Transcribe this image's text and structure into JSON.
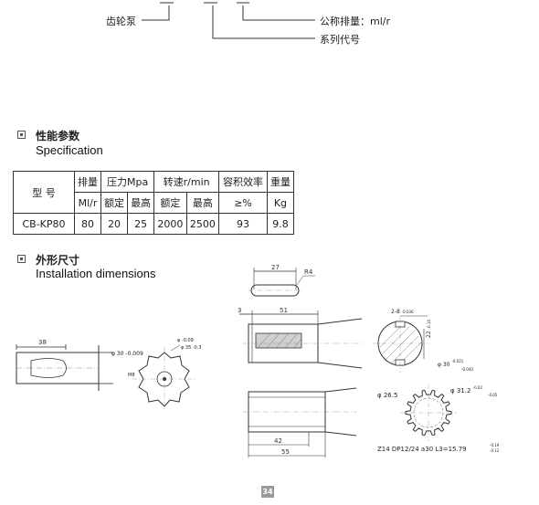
{
  "model_code": {
    "gear_pump_label": "齿轮泵",
    "displacement_label": "公称排量：ml/r",
    "series_label": "系列代号"
  },
  "spec_section": {
    "title_cn": "性能参数",
    "title_en": "Specification"
  },
  "spec_table": {
    "model_header": "型  号",
    "displacement_header": "排量",
    "displacement_unit": "Ml/r",
    "pressure_header": "压力Mpa",
    "pressure_rated": "额定",
    "pressure_max": "最高",
    "speed_header": "转速r/min",
    "speed_rated": "额定",
    "speed_max": "最高",
    "efficiency_header": "容积效率",
    "efficiency_unit": "≥%",
    "weight_header": "重量",
    "weight_unit": "Kg",
    "row": {
      "model": "CB-KP80",
      "displacement": "80",
      "pressure_rated": "20",
      "pressure_max": "25",
      "speed_rated": "2000",
      "speed_max": "2500",
      "efficiency": "93",
      "weight": "9.8"
    }
  },
  "install_section": {
    "title_cn": "外形尺寸",
    "title_en": "Installation dimensions"
  },
  "drawings": {
    "key_length": "27",
    "key_radius": "R4",
    "shaft_51": "51",
    "shaft_3": "3",
    "keyway": "2-8",
    "keyway_tol": "-0.036",
    "dim_22": "22",
    "dim_22_tol": "-0.14",
    "dia_30": "φ 30",
    "dia_30_tol_up": "-0.021",
    "dia_30_tol_low": "-0.040",
    "dia_26_5": "φ 26.5",
    "dia_31_2": "φ 31.2",
    "dia_31_2_tol_up": "-0.02",
    "dia_31_2_tol_low": "-0.05",
    "len_42": "42",
    "len_55": "55",
    "spline_spec": "Z14  DP12/24  a30  L3=15.79",
    "spline_tol_up": "-0.19",
    "spline_tol_low": "-0.12",
    "left_38": "38",
    "left_dia": "φ 30",
    "left_dia_tol": "-0.009",
    "star_note_1": "φ -0.09",
    "star_note_2": "φ 35  -0.3",
    "small_label": "M8"
  },
  "page_number": "34"
}
